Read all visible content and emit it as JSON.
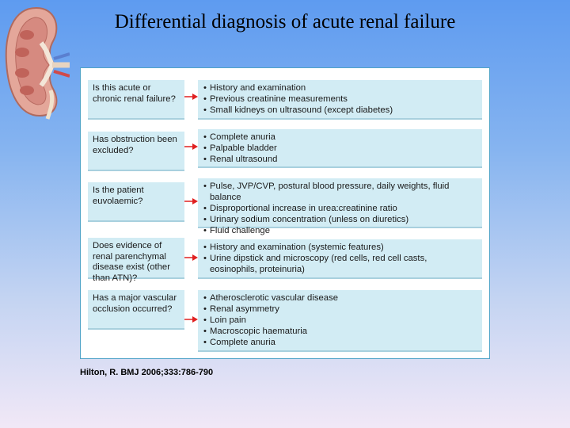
{
  "title": "Differential diagnosis of acute renal failure",
  "citation": "Hilton, R. BMJ 2006;333:786-790",
  "colors": {
    "panel_border": "#4fa3c8",
    "box_fill": "#d2ecf4",
    "arrow": "#e02020"
  },
  "rows": [
    {
      "question": "Is this acute or chronic renal failure?",
      "points": [
        "History and examination",
        "Previous creatinine measurements",
        "Small kidneys on ultrasound (except diabetes)"
      ]
    },
    {
      "question": "Has obstruction been excluded?",
      "points": [
        "Complete anuria",
        "Palpable bladder",
        "Renal ultrasound"
      ]
    },
    {
      "question": "Is the patient euvolaemic?",
      "points": [
        "Pulse, JVP/CVP, postural blood pressure, daily weights, fluid balance",
        "Disproportional increase in urea:creatinine ratio",
        "Urinary sodium concentration (unless on diuretics)",
        "Fluid challenge"
      ]
    },
    {
      "question": "Does evidence of renal parenchymal disease exist (other than ATN)?",
      "points": [
        "History and examination (systemic features)",
        "Urine dipstick and microscopy (red cells, red cell casts, eosinophils, proteinuria)"
      ]
    },
    {
      "question": "Has a major vascular occlusion occurred?",
      "points": [
        "Atherosclerotic vascular disease",
        "Renal asymmetry",
        "Loin pain",
        "Macroscopic haematuria",
        "Complete anuria"
      ]
    }
  ]
}
